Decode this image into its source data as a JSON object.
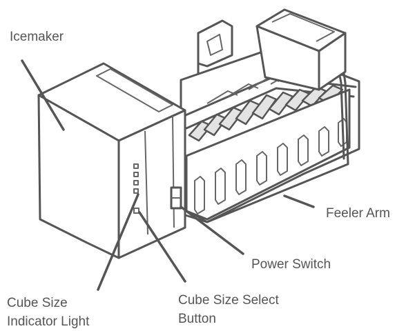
{
  "labels": {
    "icemaker": "Icemaker",
    "feeler_arm": "Feeler Arm",
    "power_switch": "Power Switch",
    "cube_size_indicator_light": [
      "Cube Size",
      "Indicator Light"
    ],
    "cube_size_select_button": [
      "Cube Size Select",
      "Button"
    ]
  },
  "colors": {
    "line": "#555555",
    "text": "#555555",
    "background": "#ffffff"
  }
}
